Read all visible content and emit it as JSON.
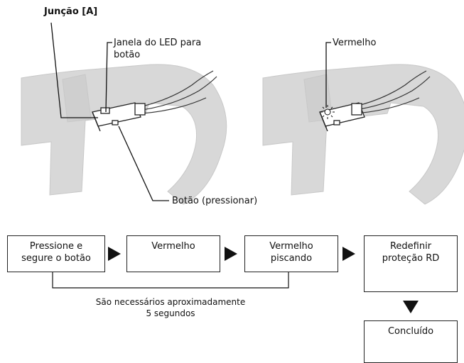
{
  "labels": {
    "junction": "Junção [A]",
    "led_window_line1": "Janela do LED para",
    "led_window_line2": "botão",
    "red": "Vermelho",
    "button": "Botão (pressionar)"
  },
  "steps": [
    {
      "line1": "Pressione e",
      "line2": "segure o botão"
    },
    {
      "line1": "Vermelho",
      "line2": ""
    },
    {
      "line1": "Vermelho",
      "line2": "piscando"
    },
    {
      "line1": "Redefinir",
      "line2": "proteção RD"
    },
    {
      "line1": "Concluído",
      "line2": ""
    }
  ],
  "note": {
    "line1": "São necessários aproximadamente",
    "line2": "5 segundos"
  },
  "colors": {
    "handlebar": "#d6d6d6",
    "line": "#111111"
  }
}
